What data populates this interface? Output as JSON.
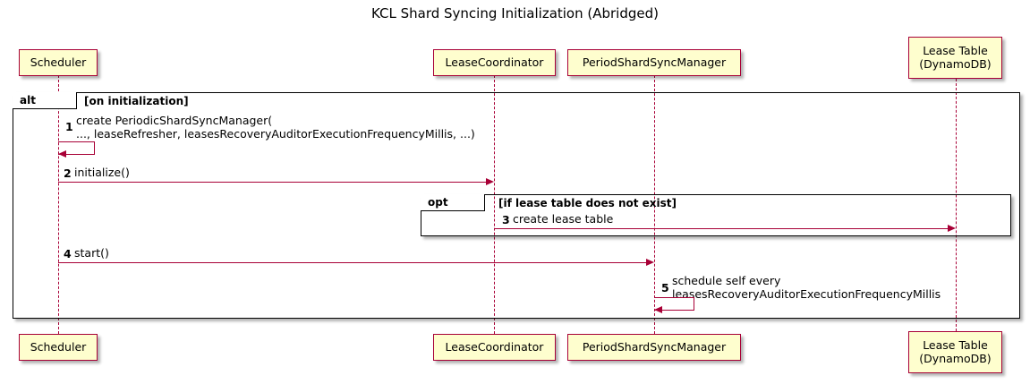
{
  "diagram": {
    "title": "KCL Shard Syncing Initialization (Abridged)",
    "type": "sequence-diagram",
    "colors": {
      "participant_fill": "#FEFECE",
      "participant_border": "#A80036",
      "arrow": "#A80036",
      "frame_border": "#000000",
      "background": "#FFFFFF"
    }
  },
  "participants": [
    {
      "id": "scheduler",
      "label": "Scheduler"
    },
    {
      "id": "leasecoord",
      "label": "LeaseCoordinator"
    },
    {
      "id": "psm",
      "label": "PeriodShardSyncManager"
    },
    {
      "id": "leasetable",
      "label": "Lease Table\n(DynamoDB)"
    }
  ],
  "frames": [
    {
      "id": "alt-frame",
      "operator": "alt",
      "condition": "[on initialization]"
    },
    {
      "id": "opt-frame",
      "operator": "opt",
      "condition": "[if lease table does not exist]"
    }
  ],
  "messages": [
    {
      "number": "1",
      "text": "create PeriodicShardSyncManager(\n    ..., leaseRefresher, leasesRecoveryAuditorExecutionFrequencyMillis, ...)",
      "from": "scheduler",
      "to": "scheduler",
      "kind": "self"
    },
    {
      "number": "2",
      "text": "initialize()",
      "from": "scheduler",
      "to": "leasecoord",
      "kind": "call"
    },
    {
      "number": "3",
      "text": "create lease table",
      "from": "leasecoord",
      "to": "leasetable",
      "kind": "call"
    },
    {
      "number": "4",
      "text": "start()",
      "from": "scheduler",
      "to": "psm",
      "kind": "call"
    },
    {
      "number": "5",
      "text": "schedule self every\n  leasesRecoveryAuditorExecutionFrequencyMillis",
      "from": "psm",
      "to": "psm",
      "kind": "self"
    }
  ]
}
